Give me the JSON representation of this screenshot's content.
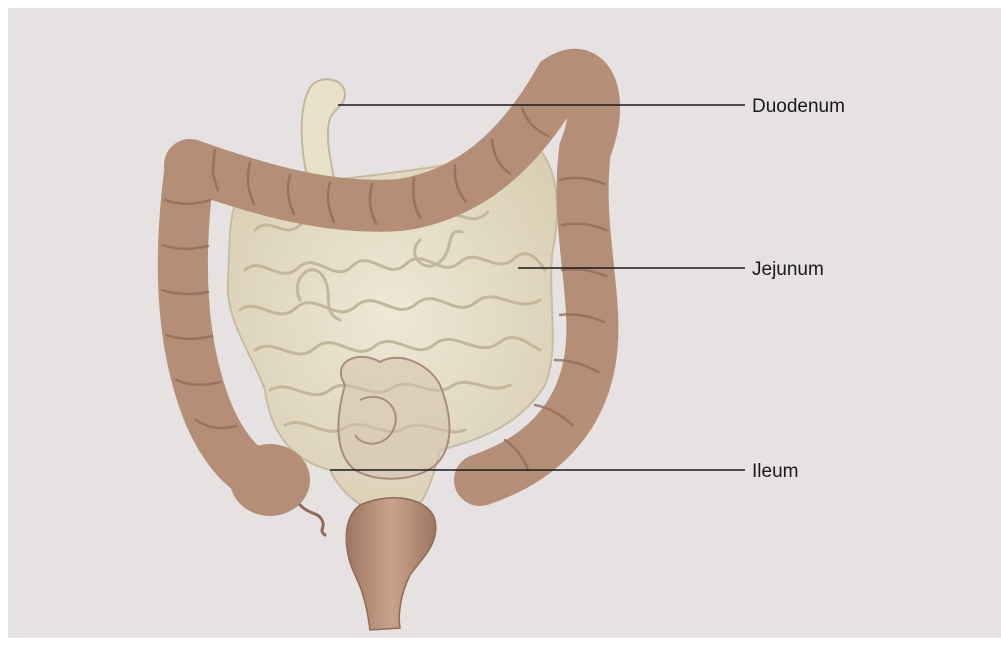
{
  "diagram": {
    "colors": {
      "page": "#ffffff",
      "panel": "#e5e2e1",
      "colon": "#b58e78",
      "colon_shadow": "#8f6a55",
      "small_intestine": "#e4dcc6",
      "small_intestine_shadow": "#c7bca1",
      "leader_line": "#1a1a1a"
    },
    "labels": {
      "duodenum": "Duodenum",
      "jejunum": "Jejunum",
      "ileum": "Ileum"
    }
  }
}
